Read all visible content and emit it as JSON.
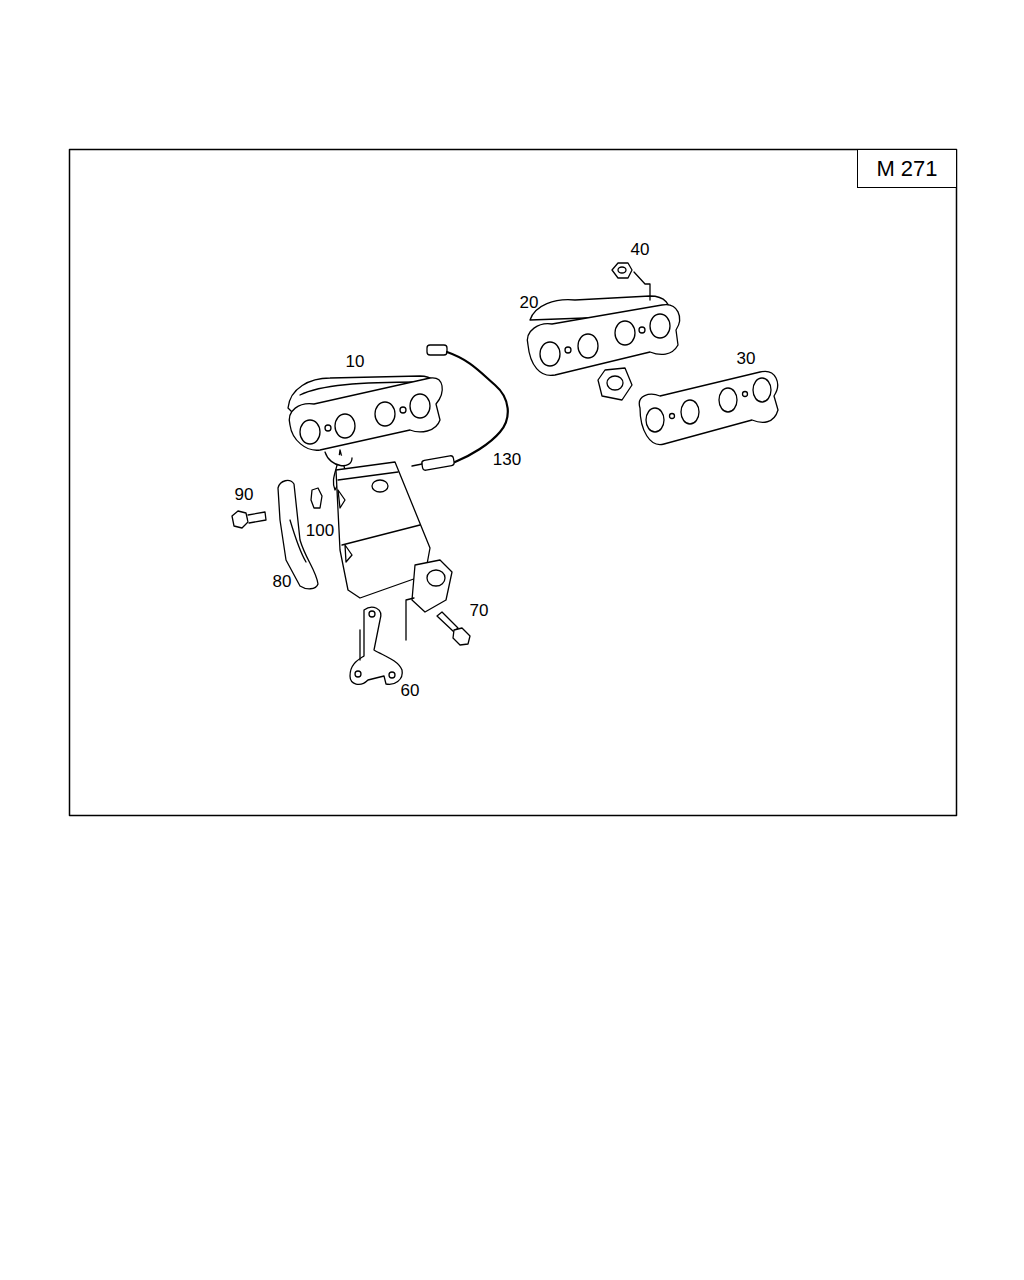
{
  "diagram": {
    "nodes": [
      {
        "text": [
          "M 271"
        ]
      }
    ],
    "labels": [
      "40",
      "20",
      "30",
      "10",
      "130",
      "90",
      "100",
      "80",
      "70",
      "60"
    ]
  }
}
